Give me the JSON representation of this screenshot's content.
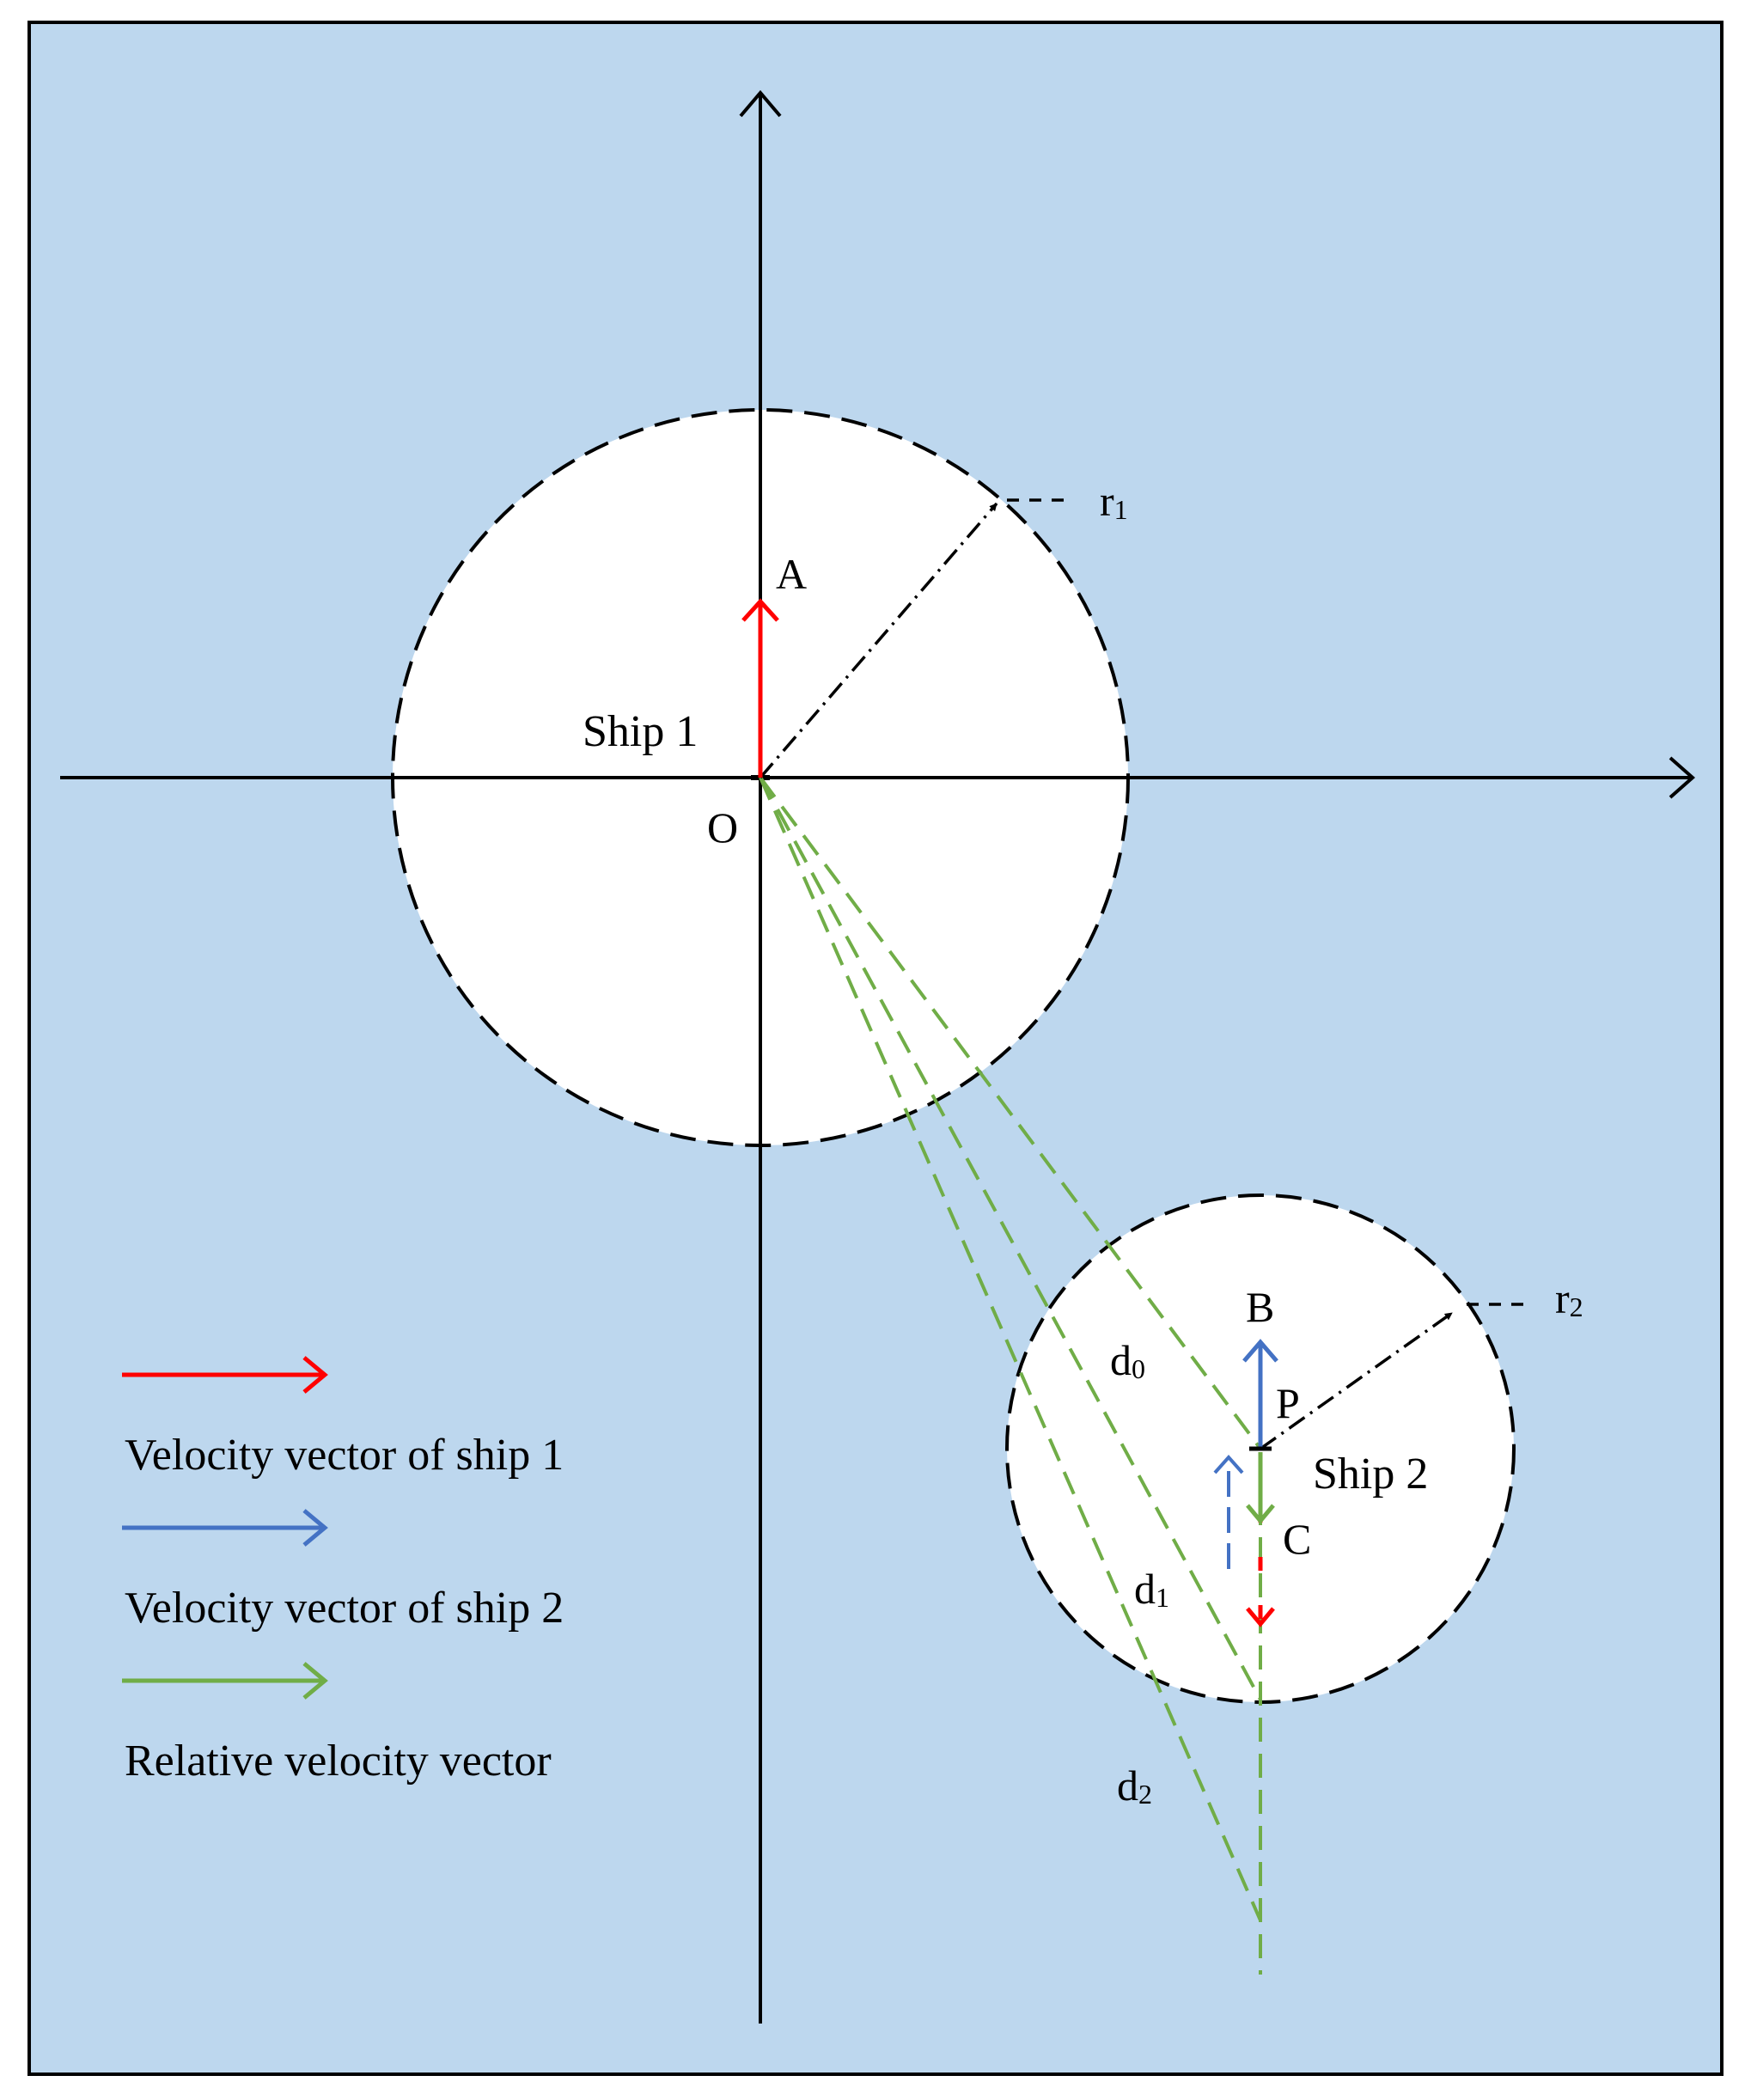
{
  "colors": {
    "background": "#bdd7ee",
    "frame": "#000000",
    "zone_fill": "#ffffff",
    "ship1_velocity": "#ff0000",
    "ship2_velocity": "#4472c4",
    "relative_velocity": "#70ad47",
    "axes": "#000000"
  },
  "labels": {
    "origin": "O",
    "point_a": "A",
    "point_b": "B",
    "point_c": "C",
    "point_p": "P",
    "ship1": "Ship 1",
    "ship2": "Ship 2",
    "r1_letter": "r",
    "r1_sub": "1",
    "r2_letter": "r",
    "r2_sub": "2",
    "d0_letter": "d",
    "d0_sub": "0",
    "d1_letter": "d",
    "d1_sub": "1",
    "d2_letter": "d",
    "d2_sub": "2"
  },
  "legend": {
    "items": [
      {
        "label": "Velocity vector of ship 1",
        "color": "#ff0000"
      },
      {
        "label": "Velocity vector of ship 2",
        "color": "#4472c4"
      },
      {
        "label": "Relative velocity vector",
        "color": "#70ad47"
      }
    ]
  }
}
